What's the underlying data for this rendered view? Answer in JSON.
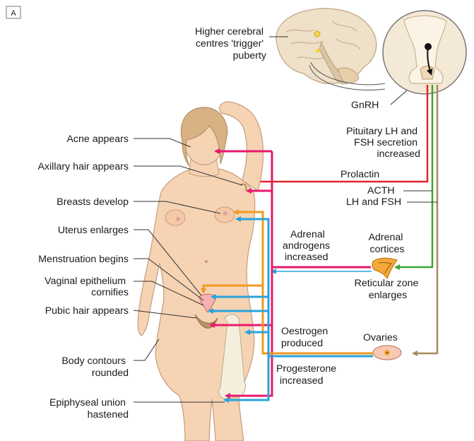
{
  "panel_tag": "A",
  "labels": {
    "higher_cerebral": [
      "Higher cerebral",
      "centres 'trigger'",
      "puberty"
    ],
    "gnrh": "GnRH",
    "pituitary": [
      "Pituitary LH and",
      "FSH secretion",
      "increased"
    ],
    "prolactin": "Prolactin",
    "acth": "ACTH",
    "lh_fsh": "LH and FSH",
    "adrenal_androgens": [
      "Adrenal",
      "androgens",
      "increased"
    ],
    "adrenal_cortices": [
      "Adrenal",
      "cortices"
    ],
    "reticular_zone": [
      "Reticular zone",
      "enlarges"
    ],
    "oestrogen": [
      "Oestrogen",
      "produced"
    ],
    "ovaries": "Ovaries",
    "progesterone": [
      "Progesterone",
      "increased"
    ]
  },
  "effects": [
    [
      "Acne appears"
    ],
    [
      "Axillary hair appears"
    ],
    [
      "Breasts develop"
    ],
    [
      "Uterus enlarges"
    ],
    [
      "Menstruation begins"
    ],
    [
      "Vaginal epithelium",
      "cornifies"
    ],
    [
      "Pubic hair appears"
    ],
    [
      "Body contours",
      "rounded"
    ],
    [
      "Epiphyseal union",
      "hastened"
    ]
  ],
  "colors": {
    "androgen": "#e8186d",
    "oestrogen": "#f39a1e",
    "progesterone": "#29a3dc",
    "prolactin": "#e0262b",
    "acth": "#3aa635",
    "lh_fsh": "#a8895a",
    "skin": "#f5d3b3",
    "skin_outline": "#c79c79",
    "hair": "#d8b184",
    "brain": "#efe1c9"
  },
  "icons": [
    "brain-illustration",
    "pituitary-inset",
    "female-body-figure",
    "adrenal-gland-icon",
    "ovary-icon",
    "femur-bone"
  ]
}
